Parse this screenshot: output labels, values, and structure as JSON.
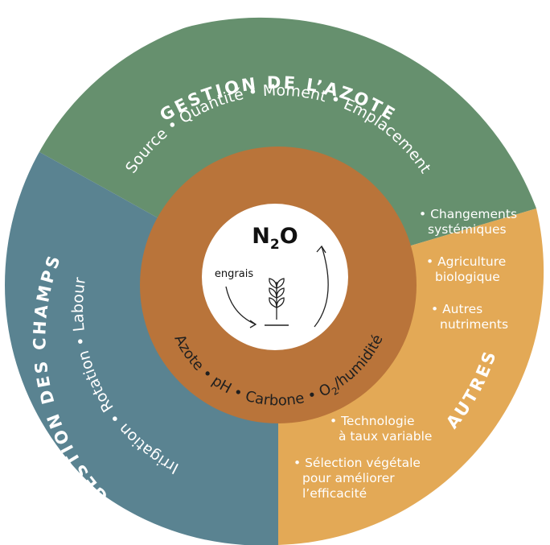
{
  "diagram": {
    "sections": {
      "nitrogen": {
        "title": "GESTION DE L’AZOTE",
        "items": "Source • Quantité • Moment • Emplacement",
        "color": "#66906e"
      },
      "fields": {
        "title": "GESTION DES CHAMPS",
        "items": "Irrigation • Rotation • Labour",
        "color": "#5a8391"
      },
      "others": {
        "title": "AUTRES",
        "color": "#e3a956",
        "bullets_top": [
          [
            "• Changements",
            "systémiques"
          ],
          [
            "• Agriculture",
            "biologique"
          ],
          [
            "• Autres",
            "nutriments"
          ]
        ],
        "bullets_bottom": [
          [
            "• Technologie",
            "à taux variable"
          ],
          [
            "• Sélection végétale",
            "pour améliorer",
            "l’efficacité"
          ]
        ]
      }
    },
    "inner_ring": {
      "label_prefix": "Azote • pH • Carbone • O",
      "label_sub": "2",
      "label_suffix": "/humidité",
      "color": "#b9743a"
    },
    "center": {
      "molecule_n": "N",
      "molecule_sub": "2",
      "molecule_o": "O",
      "arrow_label": "engrais",
      "icon": "wheat-plant-icon"
    }
  }
}
